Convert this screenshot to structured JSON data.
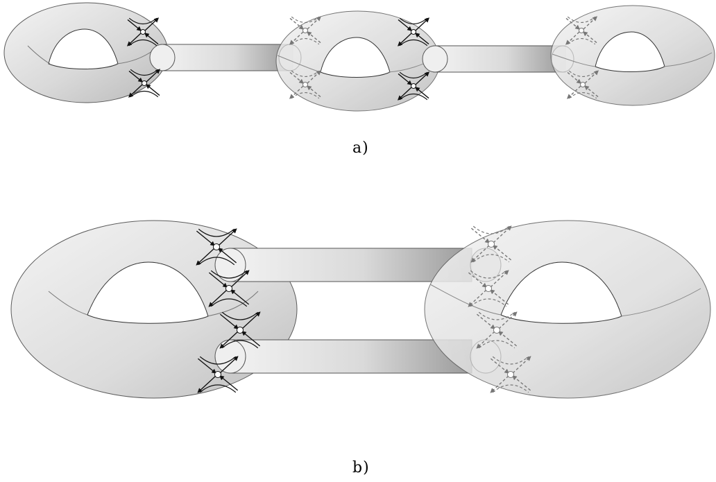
{
  "captions": {
    "a": "a)",
    "b": "b)"
  },
  "colors": {
    "surface_light": "#f4f4f4",
    "surface_dark": "#a6a6a6",
    "outline": "#4a4a4a",
    "front_flow": "#111111",
    "hidden_flow": "#6f6f6f"
  },
  "icons": [
    "torus-surface",
    "connecting-tube",
    "saddle-point",
    "flow-line",
    "arrow-head"
  ]
}
